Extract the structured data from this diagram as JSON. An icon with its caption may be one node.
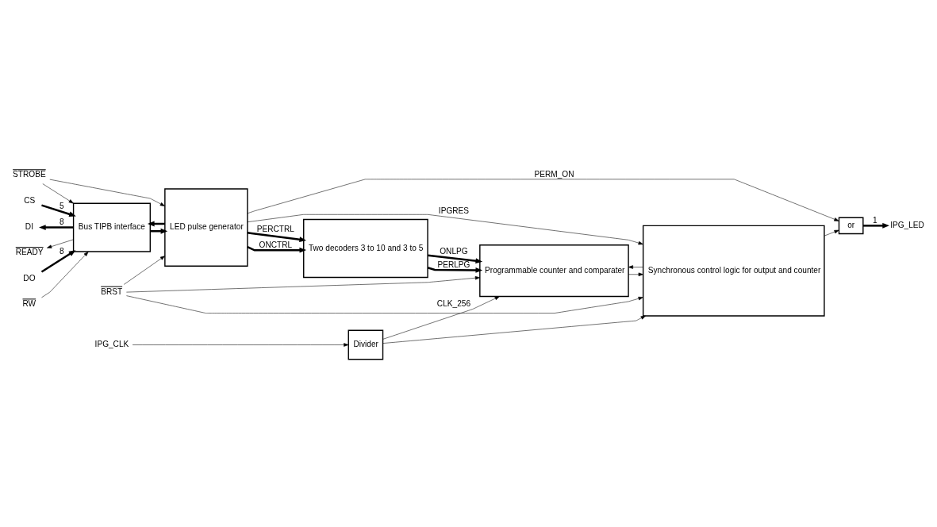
{
  "diagram": {
    "nodes": [
      {
        "text": [
          "DO"
        ]
      },
      {
        "text": [
          "DI"
        ]
      },
      {
        "text": [
          "RW"
        ]
      },
      {
        "text": [
          "READY"
        ]
      },
      {
        "text": [
          "CS"
        ]
      },
      {
        "text": [
          "STROBE"
        ]
      },
      {
        "text": [
          "Bus TIPB interface"
        ]
      },
      {
        "text": [
          "LED pulse generator"
        ]
      },
      {
        "text": [
          "Two decoders 3 to 10 and 3 to 5"
        ]
      },
      {
        "text": [
          "Synchronous control logic for output and counter"
        ]
      },
      {
        "text": [
          "or"
        ]
      },
      {
        "text": [
          "BRST"
        ]
      },
      {
        "text": [
          "IPG_CLK"
        ]
      },
      {
        "text": [
          "Divider"
        ]
      },
      {
        "text": [
          "Programmable counter and comparater"
        ]
      },
      {
        "text": [
          "IPG_LED"
        ]
      }
    ],
    "edges": [
      {
        "from": 0,
        "to": 6,
        "arrow": "to",
        "label": "8",
        "style": "thick"
      },
      {
        "from": 6,
        "to": 1,
        "arrow": "to",
        "label": "8",
        "style": "thick"
      },
      {
        "from": 2,
        "to": 6,
        "arrow": "to"
      },
      {
        "from": 6,
        "to": 3,
        "arrow": "to"
      },
      {
        "from": 4,
        "to": 6,
        "arrow": "to",
        "label": "5",
        "style": "thick"
      },
      {
        "from": 5,
        "to": 6,
        "arrow": "to"
      },
      {
        "from": 5,
        "to": 7,
        "arrow": "to"
      },
      {
        "from": 6,
        "to": 7,
        "arrow": "to",
        "style": "thick"
      },
      {
        "from": 7,
        "to": 6,
        "arrow": "to",
        "style": "thick"
      },
      {
        "from": 7,
        "to": 10,
        "arrow": "to",
        "label": "PERM_ON"
      },
      {
        "from": 7,
        "to": 9,
        "arrow": "to",
        "label": "IPGRES"
      },
      {
        "from": 7,
        "to": 8,
        "arrow": "to",
        "label": "PERCTRL",
        "style": "thick"
      },
      {
        "from": 7,
        "to": 8,
        "arrow": "to",
        "label": "ONCTRL",
        "style": "thick"
      },
      {
        "from": 8,
        "to": 14,
        "arrow": "to",
        "label": "PERLPG",
        "style": "thick"
      },
      {
        "from": 8,
        "to": 14,
        "arrow": "to",
        "label": "ONLPG",
        "style": "thick"
      },
      {
        "from": 9,
        "to": 10,
        "arrow": "to"
      },
      {
        "from": 10,
        "to": 15,
        "arrow": "to",
        "label": "1",
        "style": "thick"
      },
      {
        "from": 11,
        "to": 7,
        "arrow": "to"
      },
      {
        "from": 11,
        "to": 14,
        "arrow": "to"
      },
      {
        "from": 11,
        "to": 9,
        "arrow": "to"
      },
      {
        "from": 12,
        "to": 13,
        "arrow": "to"
      },
      {
        "from": 13,
        "to": 14,
        "arrow": "to",
        "label": "CLK_256"
      },
      {
        "from": 13,
        "to": 9,
        "arrow": "to"
      },
      {
        "from": 14,
        "to": 9,
        "arrow": "to"
      },
      {
        "from": 9,
        "to": 14,
        "arrow": "to"
      }
    ]
  }
}
